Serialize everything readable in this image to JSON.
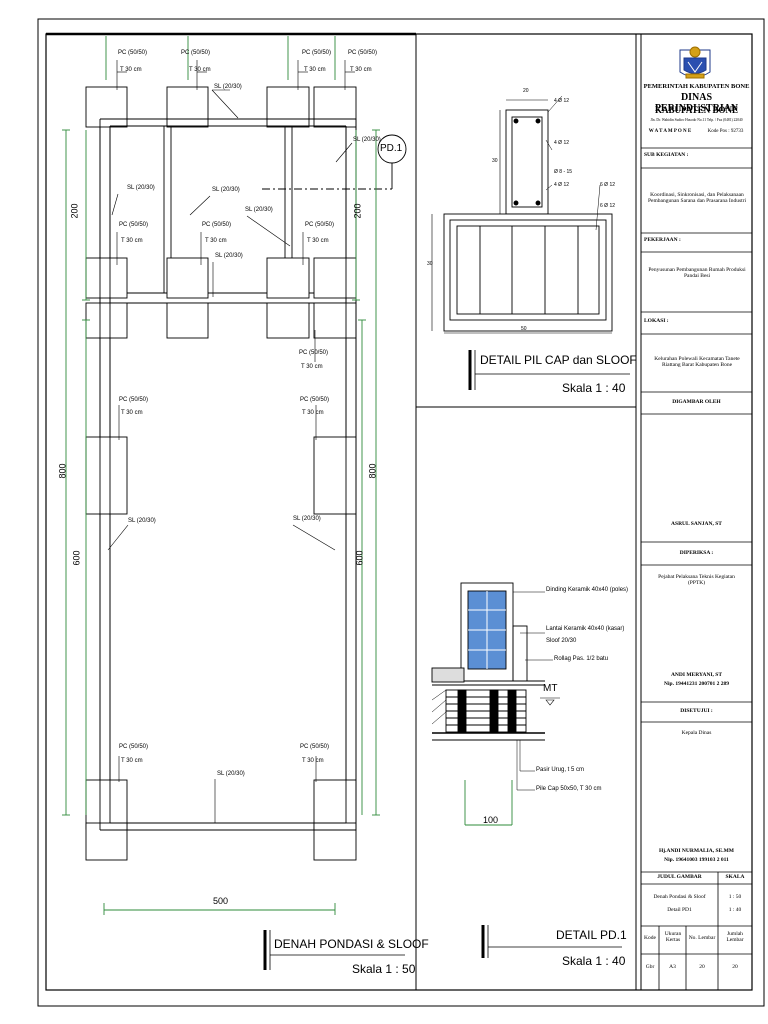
{
  "titleblock": {
    "agency_line1": "PEMERINTAH KABUPATEN BONE",
    "agency_line2": "DINAS PERINDUSTRIAN",
    "agency_line3": "KABUPATEN BONE",
    "address": "Jln. Dr. Wahidin Sudiro Husodo No.11 Telp. / Fax (0481) 22040",
    "city": "W A T A M P O N E",
    "postcode": "Kode Pos : 92733",
    "sub_kegiatan_label": "SUB KEGIATAN :",
    "sub_kegiatan_value": "Koordinasi, Sinkronisasi, dan Pelaksanaan Pembangunan Sarana dan Prasarana Industri",
    "pekerjaan_label": "PEKERJAAN :",
    "pekerjaan_value": "Penyusunan Pembangunan Rumah Produksi Pandai Besi",
    "lokasi_label": "LOKASI :",
    "lokasi_value": "Kelurahan Polewali Kecamatan Tanete Riattang Barat Kabupaten Bone",
    "digambar_label": "DIGAMBAR OLEH",
    "digambar_name": "ASRUL SANJAN, ST",
    "diperiksa_label": "DIPERIKSA :",
    "diperiksa_role": "Pejabat Pelaksana Teknis Kegiatan (PPTK)",
    "diperiksa_name": "ANDI MERYANI, ST",
    "diperiksa_nip": "Nip. 19441231 200701 2 289",
    "disetujui_label": "DISETUJUI :",
    "disetujui_role": "Kepala Dinas",
    "disetujui_name": "Hj.ANDI NURMALIA, SE.MM",
    "disetujui_nip": "Nip. 19641003 199103 2 011",
    "judul_label": "JUDUL GAMBAR",
    "skala_label": "SKALA",
    "judul_1": "Denah Pondasi & Sloof",
    "judul_2": "Detail PD1",
    "skala_1": "1 : 50",
    "skala_2": "1 : 40",
    "kode_label": "Kode",
    "ukuran_label": "Ukuran Kertas",
    "no_lembar_label": "No. Lembar",
    "jumlah_lembar_label": "Jumlah Lembar",
    "kode_value": "Gbr",
    "ukuran_value": "A3",
    "no_lembar_value": "20",
    "jumlah_lembar_value": "20"
  },
  "plan": {
    "title": "DENAH PONDASI & SLOOF",
    "scale": "Skala 1 : 50",
    "pc_label": "PC (50/50)",
    "pc_sub": "T 30 cm",
    "sl_label": "SL (20/30)",
    "pd_tag": "PD.1",
    "dim_200": "200",
    "dim_600": "600",
    "dim_800": "800",
    "dim_500": "500"
  },
  "detail_pilcap": {
    "title": "DETAIL PIL CAP dan SLOOF",
    "scale": "Skala 1 : 40",
    "rebar_1": "4 Ø 12",
    "rebar_2": "Ø 8 - 15",
    "rebar_3": "6 Ø 12",
    "dim_20": "20",
    "dim_30": "30",
    "dim_50": "50"
  },
  "detail_pd1": {
    "title": "DETAIL PD.1",
    "scale": "Skala 1 : 40",
    "note_1": "Dinding Keramik 40x40 (poles)",
    "note_2": "Lantai Keramik 40x40 (kasar)",
    "note_3": "Sloof 20/30",
    "note_4": "Rollag Pas. 1/2 batu",
    "note_5": "Pasir Urug, t 5 cm",
    "note_6": "Pile Cap 50x50, T 30 cm",
    "mt_label": "MT",
    "dim_100": "100"
  }
}
